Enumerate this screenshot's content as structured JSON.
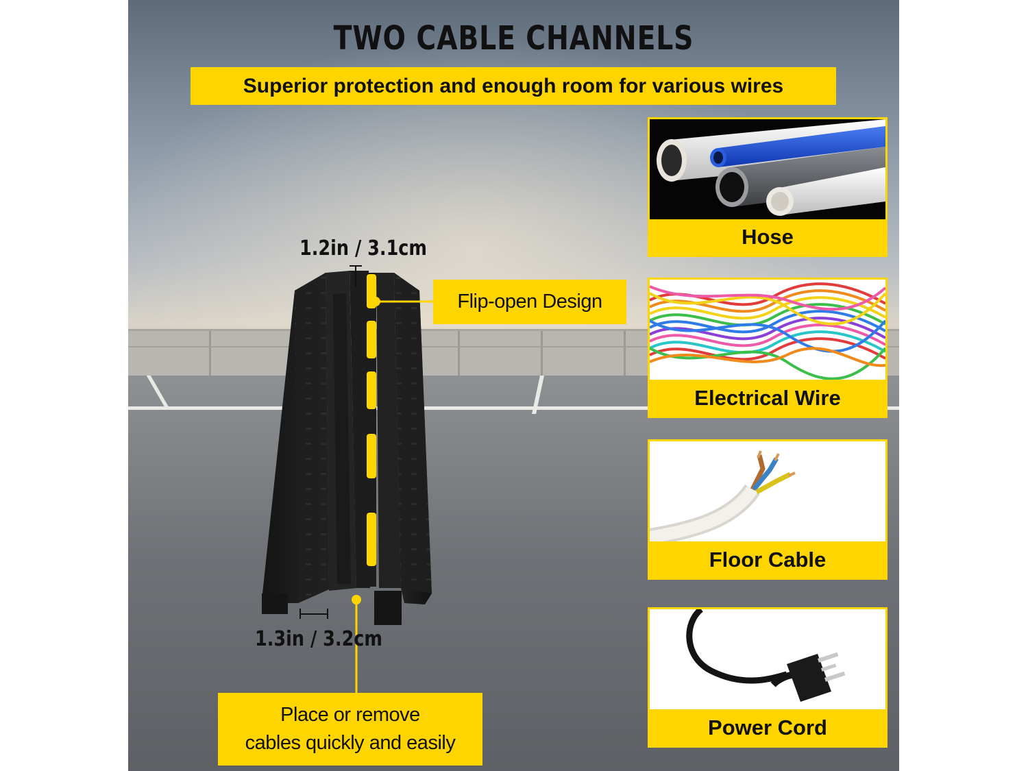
{
  "heading": "TWO CABLE CHANNELS",
  "subheading": "Superior protection and enough room for various wires",
  "dimensions": {
    "height_label": "1.2in / 3.1cm",
    "channel_width_label": "1.3in / 3.2cm"
  },
  "callouts": {
    "flip_open": "Flip-open Design",
    "place_remove_line1": "Place or remove",
    "place_remove_line2": "cables quickly and easily"
  },
  "cards": [
    {
      "label": "Hose",
      "icon": "pvc-pipes-photo"
    },
    {
      "label": "Electrical Wire",
      "icon": "colored-wires-photo"
    },
    {
      "label": "Floor Cable",
      "icon": "white-cable-photo"
    },
    {
      "label": "Power Cord",
      "icon": "power-plug-photo"
    }
  ],
  "colors": {
    "accent_yellow": "#ffd500",
    "protector_black": "#1c1c1c",
    "text": "#111111"
  }
}
